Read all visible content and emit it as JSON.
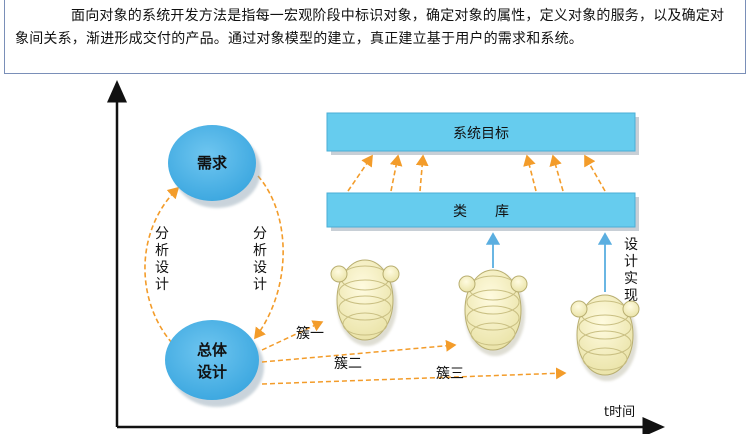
{
  "paragraph": "面向对象的系统开发方法是指每一宏观阶段中标识对象，确定对象的属性，定义对象的服务，以及确定对象间关系，渐进形成交付的产品。通过对象模型的建立，真正建立基于用户的需求和系统。",
  "diagram": {
    "node_requirements": "需求",
    "node_overall_design": [
      "总体",
      "设计"
    ],
    "left_arc_label": [
      "分",
      "析",
      "设",
      "计"
    ],
    "right_arc_label": [
      "分",
      "析",
      "设",
      "计"
    ],
    "system_goal": "系统目标",
    "class_library": "类　　库",
    "cluster_labels": [
      "簇一",
      "簇二",
      "簇三"
    ],
    "impl_label": [
      "设",
      "计",
      "实",
      "现"
    ],
    "time_axis_label": "t时间"
  },
  "colors": {
    "bar_fill": "#66ccee",
    "circle_fill": "#4db8ea",
    "arrow_orange": "#f39c2a",
    "arrow_blue": "#5aaee0",
    "cluster_fill": "#f7f3c6",
    "textbox_border": "#7a8fb8"
  }
}
